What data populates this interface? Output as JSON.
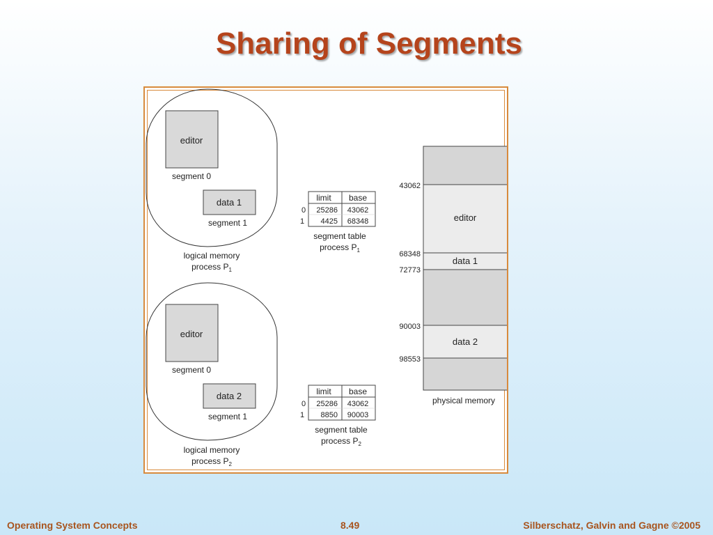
{
  "slide": {
    "title": "Sharing of Segments"
  },
  "process1": {
    "segments": [
      {
        "label": "editor",
        "caption": "segment 0"
      },
      {
        "label": "data 1",
        "caption": "segment 1"
      }
    ],
    "logical_label": "logical memory",
    "process_label": "process P",
    "process_sub": "1",
    "table": {
      "headers": [
        "limit",
        "base"
      ],
      "rows": [
        {
          "index": "0",
          "limit": "25286",
          "base": "43062"
        },
        {
          "index": "1",
          "limit": "4425",
          "base": "68348"
        }
      ],
      "caption": "segment table",
      "process_label": "process P",
      "process_sub": "1"
    }
  },
  "process2": {
    "segments": [
      {
        "label": "editor",
        "caption": "segment 0"
      },
      {
        "label": "data 2",
        "caption": "segment 1"
      }
    ],
    "logical_label": "logical memory",
    "process_label": "process P",
    "process_sub": "2",
    "table": {
      "headers": [
        "limit",
        "base"
      ],
      "rows": [
        {
          "index": "0",
          "limit": "25286",
          "base": "43062"
        },
        {
          "index": "1",
          "limit": "8850",
          "base": "90003"
        }
      ],
      "caption": "segment table",
      "process_label": "process P",
      "process_sub": "2"
    }
  },
  "physical": {
    "caption": "physical memory",
    "addresses": [
      "43062",
      "68348",
      "72773",
      "90003",
      "98553"
    ],
    "blocks": [
      "editor",
      "data 1",
      "data 2"
    ]
  },
  "footer": {
    "left": "Operating System Concepts",
    "center": "8.49",
    "right": "Silberschatz, Galvin and Gagne ©2005"
  }
}
